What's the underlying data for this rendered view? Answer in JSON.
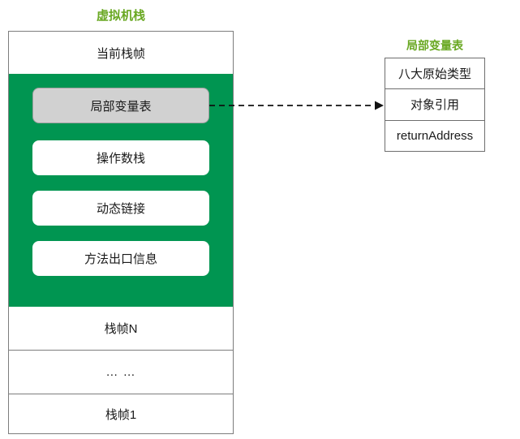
{
  "colors": {
    "green_fill": "#009551",
    "title_green": "#69a822",
    "gray_box": "#d1d1d1",
    "border_gray": "#7d7d7d",
    "table_border": "#6e6e6e",
    "arrow_color": "#111111"
  },
  "vm_stack": {
    "title": "虚拟机栈",
    "current_frame": "当前栈帧",
    "frame_parts": [
      "局部变量表",
      "操作数栈",
      "动态链接",
      "方法出口信息"
    ],
    "other_frames": [
      "栈帧N",
      "… …",
      "栈帧1"
    ]
  },
  "local_var_table": {
    "title": "局部变量表",
    "rows": [
      "八大原始类型",
      "对象引用",
      "returnAddress"
    ]
  }
}
